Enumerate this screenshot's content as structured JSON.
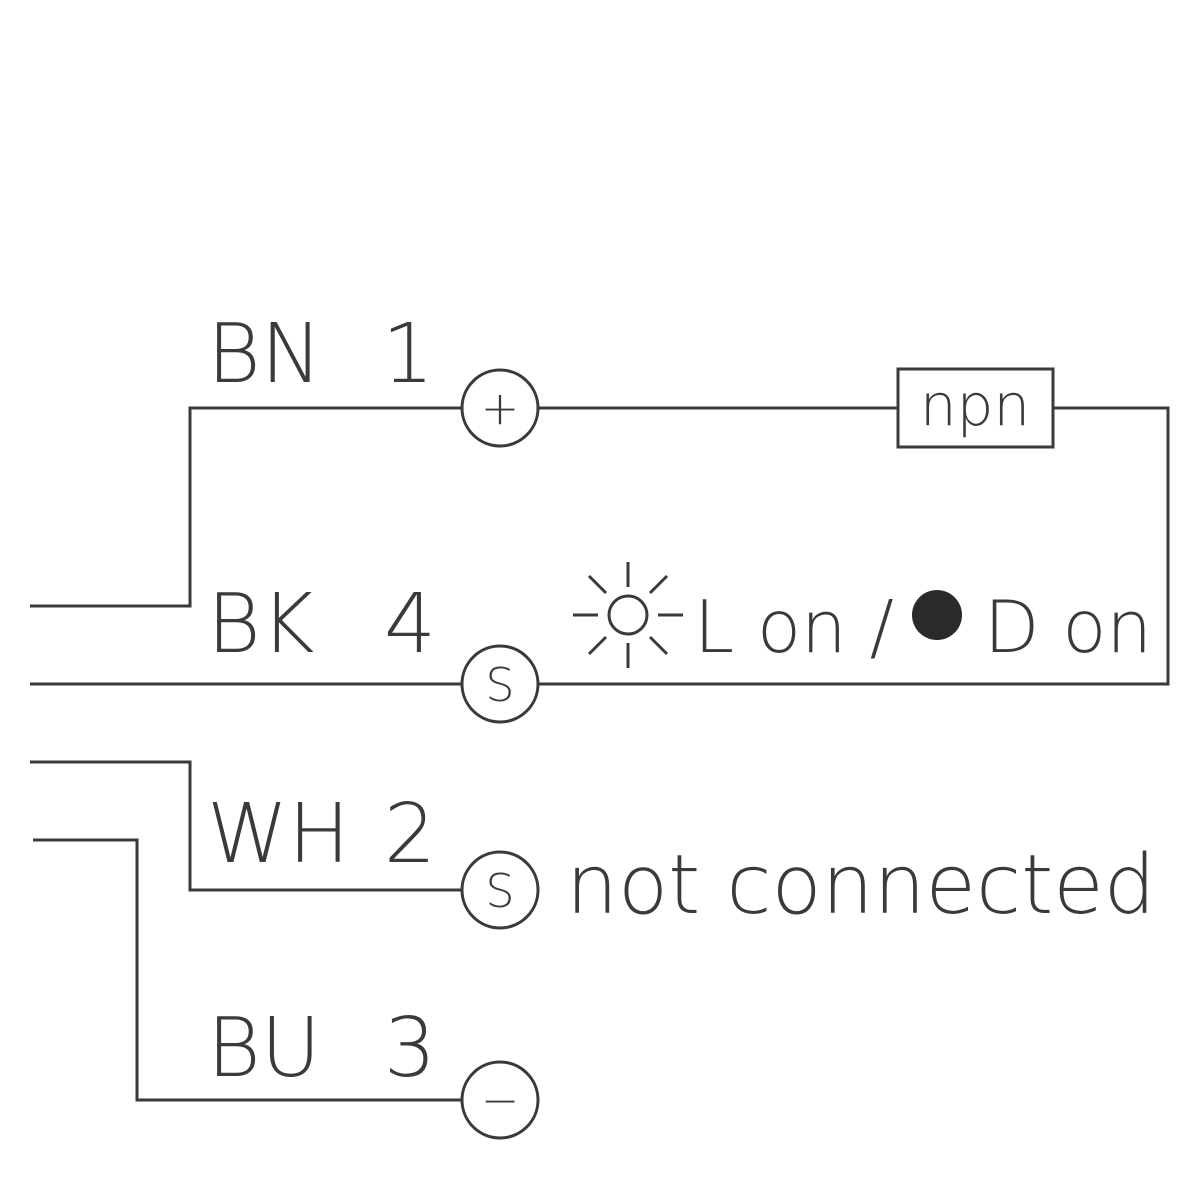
{
  "wires": [
    {
      "color_code": "BN",
      "pin": "1",
      "terminal_symbol": "+"
    },
    {
      "color_code": "BK",
      "pin": "4",
      "terminal_symbol": "S"
    },
    {
      "color_code": "WH",
      "pin": "2",
      "terminal_symbol": "S"
    },
    {
      "color_code": "BU",
      "pin": "3",
      "terminal_symbol": "−"
    }
  ],
  "output_type": "npn",
  "switching_label": {
    "light_icon": "sun-icon",
    "light_text": "L on /",
    "dark_icon": "filled-circle-icon",
    "dark_text": "D on"
  },
  "pin2_note": "not connected",
  "colors": {
    "line": "#3a3a3a",
    "background": "#ffffff"
  }
}
